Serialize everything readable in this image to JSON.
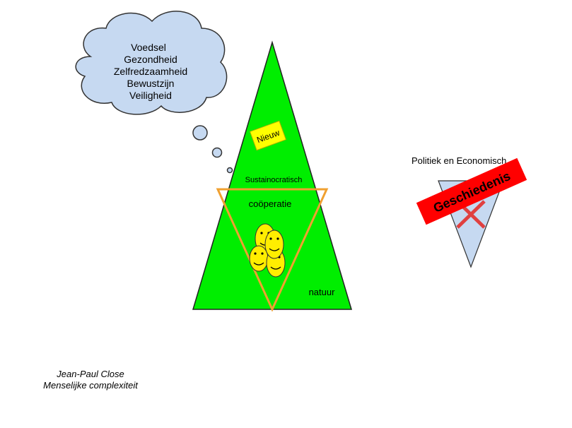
{
  "thought_cloud": {
    "lines": [
      "Voedsel",
      "Gezondheid",
      "Zelfredzaamheid",
      "Bewustzijn",
      "Veiligheid"
    ]
  },
  "green_triangle": {
    "badge": "Nieuw",
    "label_top": "Sustainocratisch",
    "label_middle": "coöperatie",
    "label_bottom": "natuur"
  },
  "old_system": {
    "label": "Politiek en Economisch",
    "stamp": "Geschiedenis"
  },
  "author": {
    "name": "Jean-Paul Close",
    "subtitle": "Menselijke complexiteit"
  },
  "colors": {
    "green": "#00ee00",
    "orange": "#f0a030",
    "cloud": "#c6d9f1",
    "badge": "#ffff00",
    "smiley": "#ffee00",
    "stamp": "#ff0000",
    "old_triangle": "#c6d9f1",
    "cross": "#e04040"
  }
}
